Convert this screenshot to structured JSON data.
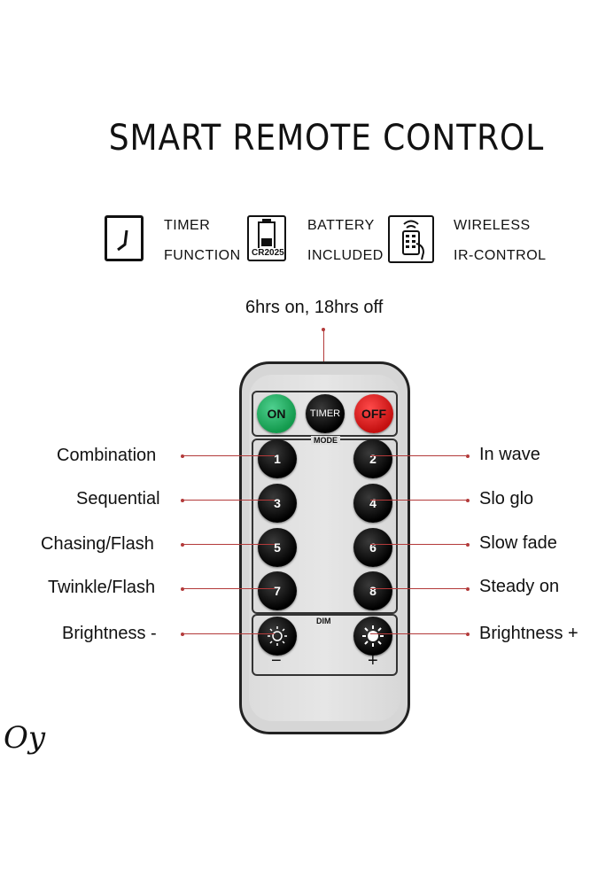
{
  "title": "SMART REMOTE CONTROL",
  "features": [
    {
      "icon": "clock-icon",
      "line1": "TIMER",
      "line2": "FUNCTION"
    },
    {
      "icon": "battery-icon",
      "icon_text": "CR2025",
      "line1": "BATTERY",
      "line2": "INCLUDED"
    },
    {
      "icon": "remote-hand-icon",
      "line1": "WIRELESS",
      "line2": "IR-CONTROL"
    }
  ],
  "timer_note": "6hrs on, 18hrs off",
  "remote": {
    "on": "ON",
    "timer": "TIMER",
    "off": "OFF",
    "mode_label": "MODE",
    "dim_label": "DIM",
    "keys": [
      "1",
      "2",
      "3",
      "4",
      "5",
      "6",
      "7",
      "8"
    ],
    "minus": "−",
    "plus": "+"
  },
  "left_labels": [
    "Combination",
    "Sequential",
    "Chasing/Flash",
    "Twinkle/Flash",
    "Brightness -"
  ],
  "right_labels": [
    "In wave",
    "Slo glo",
    "Slow fade",
    "Steady on",
    "Brightness +"
  ],
  "signature": "Oy"
}
